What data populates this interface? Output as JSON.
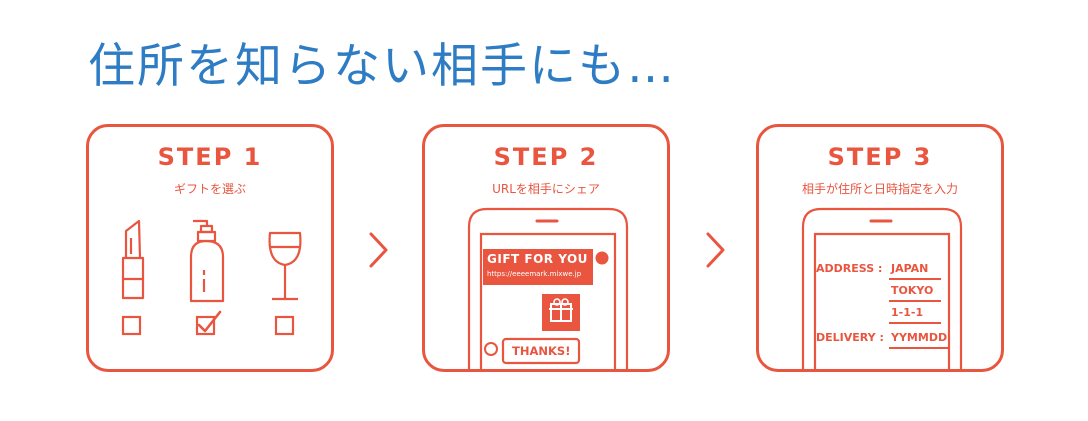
{
  "headline": "住所を知らない相手にも…",
  "colors": {
    "accent": "#e9553f",
    "headline": "#2d7cc4",
    "background": "#ffffff"
  },
  "steps": [
    {
      "title": "STEP 1",
      "subtitle": "ギフトを選ぶ",
      "items": [
        {
          "icon": "lipstick-icon",
          "checked": false
        },
        {
          "icon": "pump-bottle-icon",
          "checked": true
        },
        {
          "icon": "wine-glass-icon",
          "checked": false
        }
      ]
    },
    {
      "title": "STEP 2",
      "subtitle": "URLを相手にシェア",
      "chat": {
        "message_title": "GIFT FOR YOU",
        "message_url": "https://eeeemark.mixwe.jp",
        "reply": "THANKS!"
      }
    },
    {
      "title": "STEP 3",
      "subtitle": "相手が住所と日時指定を入力",
      "form": {
        "address_label": "ADDRESS :",
        "address_lines": [
          "JAPAN",
          "TOKYO",
          "1-1-1"
        ],
        "delivery_label": "DELIVERY :",
        "delivery_value": "YYMMDD"
      }
    }
  ]
}
